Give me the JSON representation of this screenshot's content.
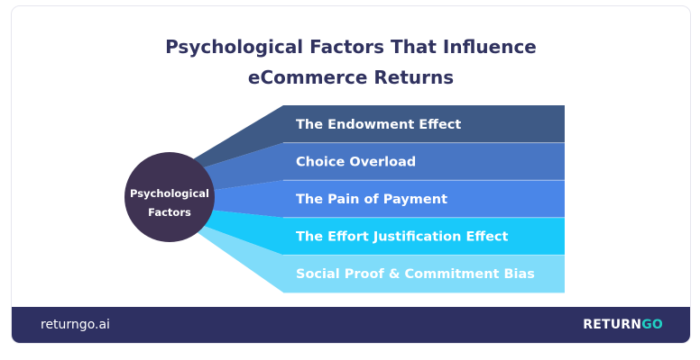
{
  "title": {
    "line1": "Psychological Factors That Influence",
    "line2": "eCommerce Returns"
  },
  "center": {
    "line1": "Psychological",
    "line2": "Factors",
    "color": "#3f3353"
  },
  "factors": [
    {
      "label": "The Endowment Effect",
      "color": "#3e5a86"
    },
    {
      "label": "Choice Overload",
      "color": "#4876c4"
    },
    {
      "label": "The Pain of Payment",
      "color": "#4a86e8"
    },
    {
      "label": "The Effort Justification Effect",
      "color": "#19c9fa"
    },
    {
      "label": "Social Proof & Commitment Bias",
      "color": "#7fdcfa"
    }
  ],
  "footer": {
    "url": "returngo.ai",
    "brand_part1": "RETURN",
    "brand_part2": "GO",
    "background": "#2e3062",
    "accent": "#21d1c4"
  }
}
